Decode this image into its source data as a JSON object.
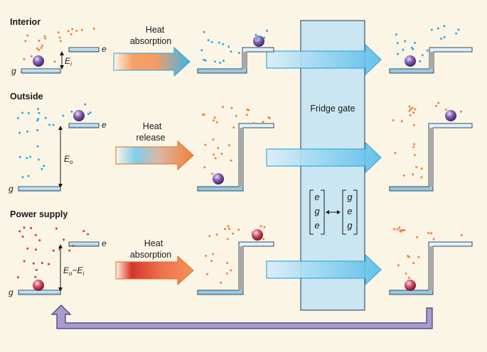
{
  "rows": {
    "interior": {
      "label": "Interior",
      "gap_label": "E",
      "gap_sub": "i",
      "action": [
        "Heat",
        "absorption"
      ]
    },
    "outside": {
      "label": "Outside",
      "gap_label": "E",
      "gap_sub": "o",
      "action": [
        "Heat",
        "release"
      ]
    },
    "power": {
      "label": "Power supply",
      "gap_e1": "E",
      "gap_s1": "o",
      "gap_dash": "−",
      "gap_e2": "E",
      "gap_s2": "i",
      "action": [
        "Heat",
        "absorption"
      ]
    }
  },
  "levels": {
    "ground": "g",
    "excited": "e"
  },
  "fridge_gate": {
    "label": "Fridge gate",
    "left_state": [
      "e",
      "g",
      "e"
    ],
    "right_state": [
      "g",
      "e",
      "g"
    ],
    "exchange_symbol": "↔"
  },
  "colors": {
    "background": "#fbf5e6",
    "level_bar": "#b7d9ec",
    "gate_fill": "#cbe6f3",
    "cold_dots": "#29abe2",
    "hot_dots": "#f08036",
    "supply_dots": "#d7352b",
    "return_arrow": "#a79ccb",
    "qubit_purple": "#7a55a6",
    "qubit_red": "#c9425a"
  },
  "icons": {
    "qubit": "sphere-icon",
    "transfer": "arrow-icon",
    "feedback": "return-arrow-icon",
    "swap": "double-arrow-icon"
  }
}
